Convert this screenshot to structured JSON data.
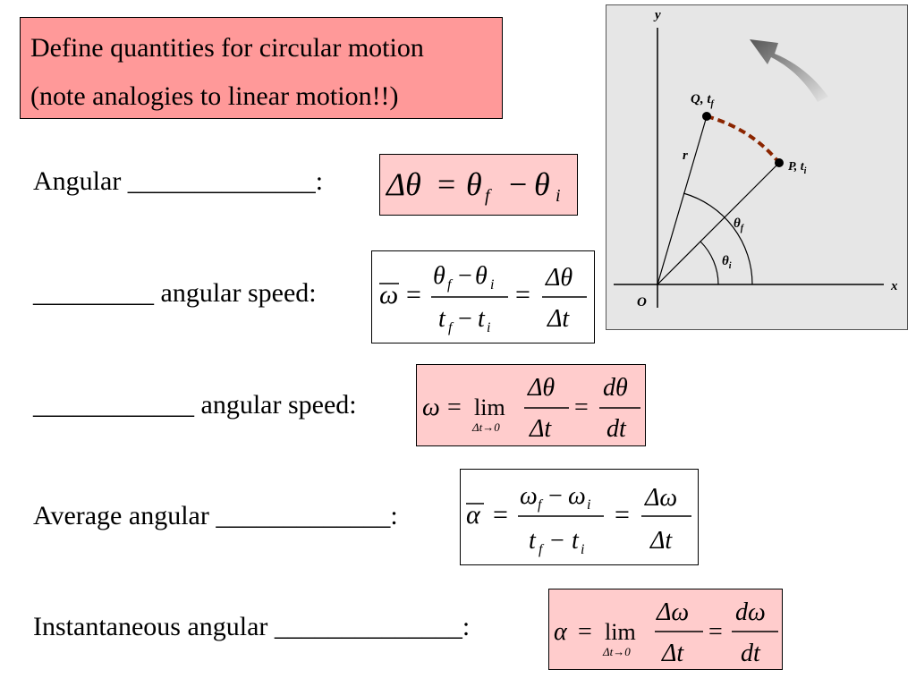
{
  "title": {
    "line1": "Define quantities for circular motion",
    "line2": "(note analogies to linear motion!!)"
  },
  "rows": {
    "displacement": {
      "label": "Angular ______________:"
    },
    "average_speed": {
      "label": "_________ angular speed:"
    },
    "instant_speed": {
      "label": "____________ angular speed:"
    },
    "average_accel": {
      "label": "Average angular _____________:"
    },
    "instant_accel": {
      "label": "Instantaneous angular ______________:"
    }
  },
  "equations": {
    "displacement": {
      "lhs": "Δθ",
      "eq": "=",
      "t1": "θ",
      "s1": "f",
      "minus": "−",
      "t2": "θ",
      "s2": "i"
    },
    "average_speed": {
      "lhs": "ω",
      "num_a": "θ",
      "num_a_sub": "f",
      "num_b": "θ",
      "num_b_sub": "i",
      "den_a": "t",
      "den_a_sub": "f",
      "den_b": "t",
      "den_b_sub": "i",
      "frac2_num": "Δθ",
      "frac2_den": "Δt"
    },
    "instant_speed": {
      "lhs": "ω",
      "lim": "lim",
      "lim_sub": "Δt→0",
      "frac1_num": "Δθ",
      "frac1_den": "Δt",
      "frac2_num": "dθ",
      "frac2_den": "dt"
    },
    "average_accel": {
      "lhs": "α",
      "num_a": "ω",
      "num_a_sub": "f",
      "num_b": "ω",
      "num_b_sub": "i",
      "den_a": "t",
      "den_a_sub": "f",
      "den_b": "t",
      "den_b_sub": "i",
      "frac2_num": "Δω",
      "frac2_den": "Δt"
    },
    "instant_accel": {
      "lhs": "α",
      "lim": "lim",
      "lim_sub": "Δt→0",
      "frac1_num": "Δω",
      "frac1_den": "Δt",
      "frac2_num": "dω",
      "frac2_den": "dt"
    }
  },
  "figure": {
    "axis_y": "y",
    "axis_x": "x",
    "origin": "O",
    "radius": "r",
    "point_q": "Q, t",
    "point_q_sub": "f",
    "point_p": "P, t",
    "point_p_sub": "i",
    "theta_f": "θ",
    "theta_f_sub": "f",
    "theta_i": "θ",
    "theta_i_sub": "i",
    "colors": {
      "arc": "#8b2500",
      "arrow": "#666666",
      "background": "#e6e6e6"
    }
  }
}
